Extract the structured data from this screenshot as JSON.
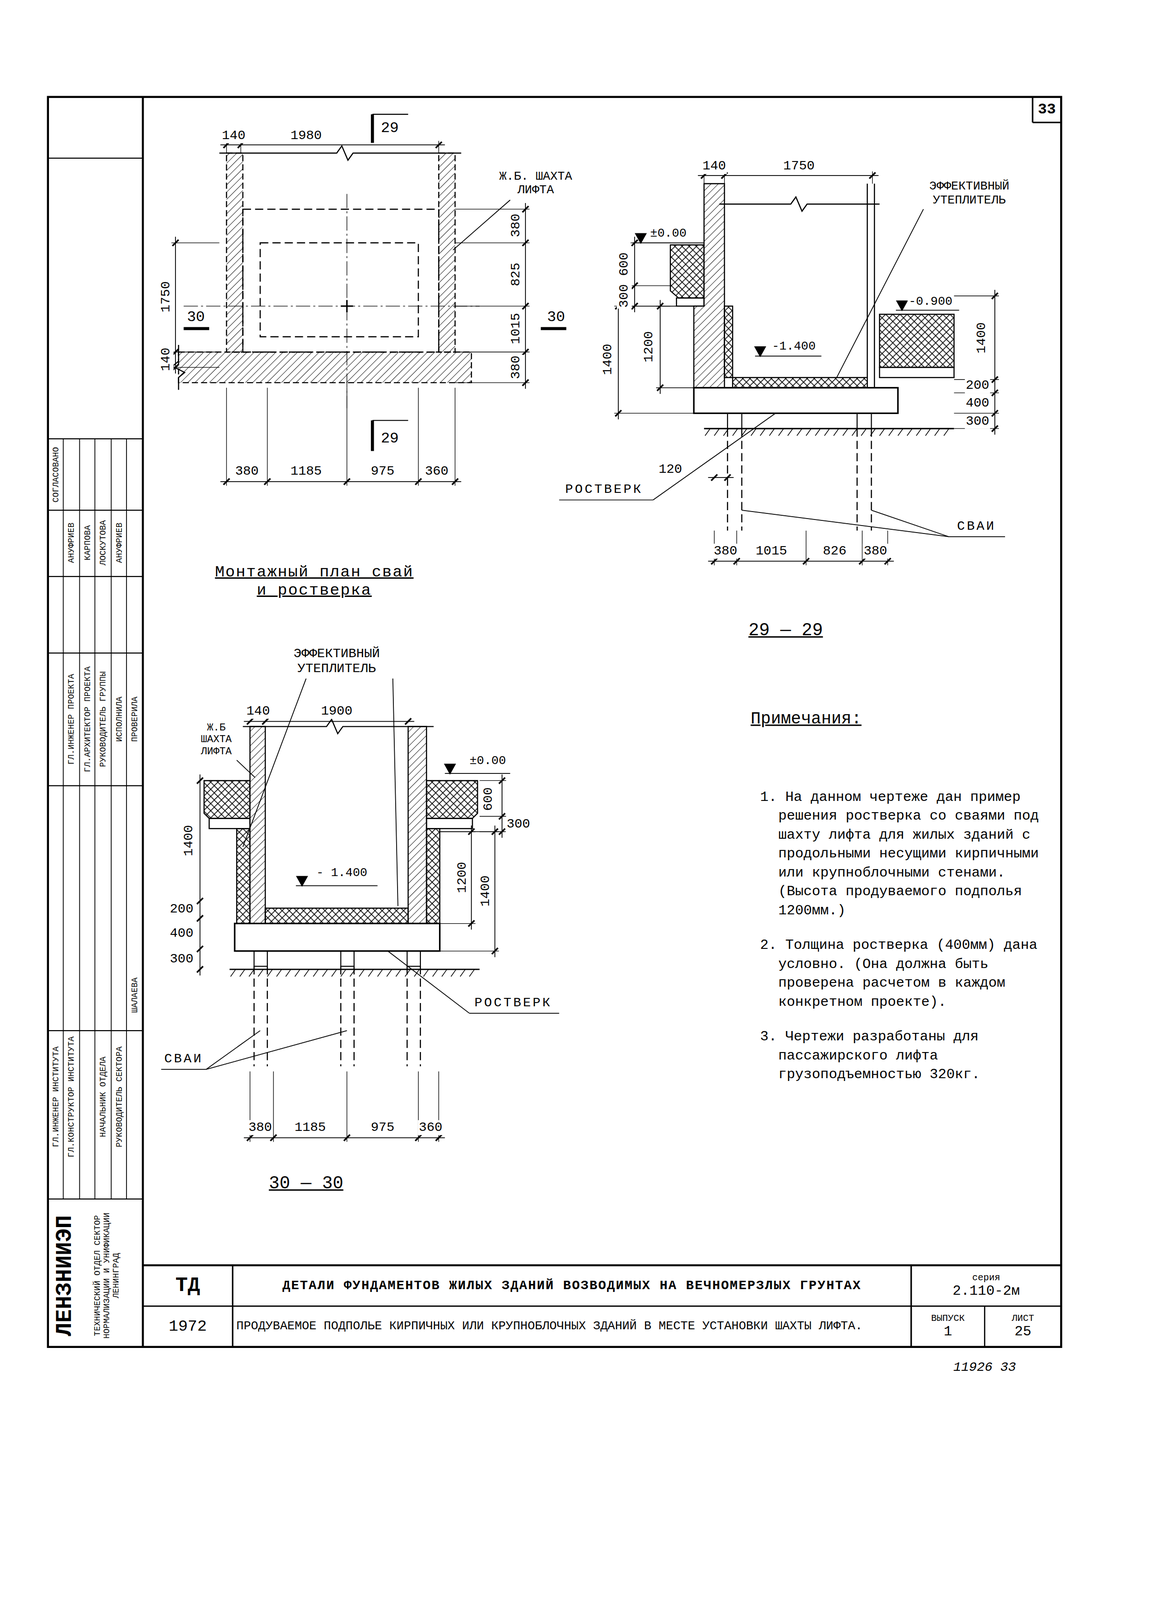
{
  "diagram": {
    "nodes": [
      {
        "text": [
          "ТД"
        ]
      },
      {
        "text": [
          "1972"
        ]
      },
      {
        "text": [
          "ДЕТАЛИ ФУНДАМЕНТОВ ЖИЛЫХ ЗДАНИЙ ВОЗВОДИМЫХ НА ВЕЧНОМЕРЗЛЫХ ГРУНТАХ"
        ]
      },
      {
        "text": [
          "ПРОДУВАЕМОЕ ПОДПОЛЬЕ КИРПИЧНЫХ ИЛИ КРУПНОБЛОЧНЫХ ЗДАНИЙ В МЕСТЕ УСТАНОВКИ ШАХТЫ ЛИФТА."
        ]
      },
      {
        "text": [
          "серия",
          "2.110-2м"
        ]
      },
      {
        "text": [
          "ВЫПУСК",
          "1"
        ]
      },
      {
        "text": [
          "ЛИСТ",
          "25"
        ]
      },
      {
        "text": [
          "33"
        ]
      }
    ],
    "labels": [
      "140",
      "1980",
      "29",
      "Ж.Б. ШАХТА ЛИФТА",
      "1750",
      "140",
      "30",
      "30",
      "380",
      "825",
      "1015",
      "380",
      "29",
      "380",
      "1185",
      "975",
      "360",
      "Монтажный план свай и ростверка",
      "140",
      "1750",
      "ЭФФЕКТИВНЫЙ УТЕПЛИТЕЛЬ",
      "±0.00",
      "600",
      "300",
      "1400",
      "1200",
      "-0.900",
      "-1.400",
      "1400",
      "200",
      "400",
      "300",
      "120",
      "РОСТВЕРК",
      "СВАИ",
      "380",
      "1015",
      "826",
      "380",
      "29 — 29",
      "ЭФФЕКТИВНЫЙ УТЕПЛИТЕЛЬ",
      "Ж.Б ШАХТА ЛИФТА",
      "140",
      "1900",
      "±0.00",
      "1400",
      "600",
      "300",
      "- 1.400",
      "200",
      "400",
      "300",
      "1200",
      "1400",
      "РОСТВЕРК",
      "СВАИ",
      "380",
      "1185",
      "975",
      "360",
      "30 — 30",
      "Примечания:",
      "1. На данном чертеже дан пример решения ростверка со сваями под шахту лифта для жилых зданий с продольными несущими кирпичными или крупноблочными стенами. (Высота продуваемого подполья 1200мм.)",
      "2. Толщина ростверка (400мм) дана условно. (Она должна быть проверена расчетом в каждом конкретном проекте).",
      "3. Чертежи разработаны для пассажирского лифта грузоподъемностью 320кг.",
      "11926 33",
      "СОГЛАСОВАНО",
      "АНУФРИЕВ",
      "КАРПОВА",
      "ЛОСКУТОВА",
      "АНУФРИЕВ",
      "ГЛ.ИНЖЕНЕР ПРОЕКТА",
      "ГЛ.АРХИТЕКТОР ПРОЕКТА",
      "РУКОВОДИТЕЛЬ ГРУППЫ",
      "ИСПОЛНИЛА",
      "ПРОВЕРИЛА",
      "ШАЛАЕВА",
      "ГЛ.ИНЖЕНЕР ИНСТИТУТА",
      "ГЛ.КОНСТРУКТОР ИНСТИТУТА",
      "НАЧАЛЬНИК ОТДЕЛА",
      "РУКОВОДИТЕЛЬ СЕКТОРА",
      "ЛЕНЗНИИЭП",
      "ТЕХНИЧЕСКИЙ ОТДЕЛ СЕКТОР НОРМАЛИЗАЦИИ И УНИФИКАЦИИ ЛЕНИНГРАД"
    ]
  }
}
